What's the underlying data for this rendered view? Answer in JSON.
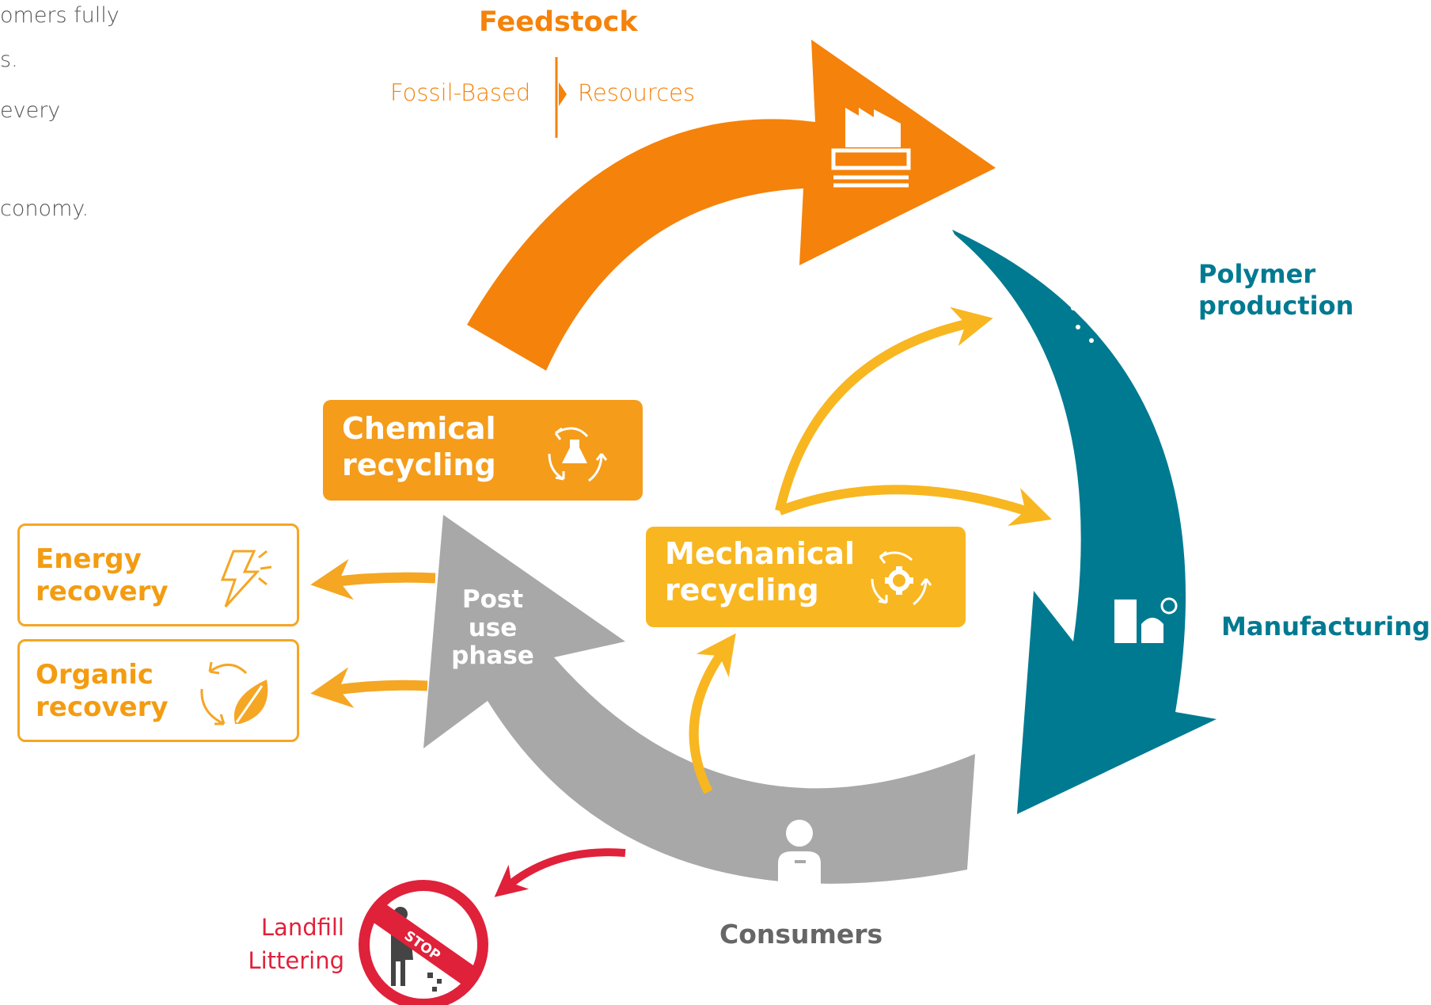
{
  "intro_text": {
    "lines": [
      "omers fully",
      "s.",
      "every",
      "conomy."
    ]
  },
  "feedstock": {
    "title": "Feedstock",
    "left": "Fossil-Based",
    "right": "Resources"
  },
  "stages": {
    "polymer_production": "Polymer\nproduction",
    "manufacturing": "Manufacturing",
    "consumers": "Consumers",
    "post_use": "Post\nuse\nphase"
  },
  "boxes": {
    "chemical_recycling": "Chemical\nrecycling",
    "mechanical_recycling": "Mechanical\nrecycling",
    "energy_recovery": "Energy\nrecovery",
    "organic_recovery": "Organic\nrecovery"
  },
  "stop_sign": {
    "label": "STOP",
    "caption": "Landfill\nLittering"
  },
  "colors": {
    "feedstock_orange": "#f5820a",
    "polymer_teal": "#007a91",
    "consumer_grey": "#a8a8a8",
    "recycling_yellow": "#f8b621",
    "chemical_orange": "#f59c1a",
    "stop_red": "#e0213a"
  },
  "icons": [
    "factory-icon",
    "gear-dots-icon",
    "manufacturing-icon",
    "person-icon",
    "flask-cycle-icon",
    "gear-cycle-icon",
    "lightning-icon",
    "leaf-cycle-icon",
    "stop-littering-icon"
  ]
}
